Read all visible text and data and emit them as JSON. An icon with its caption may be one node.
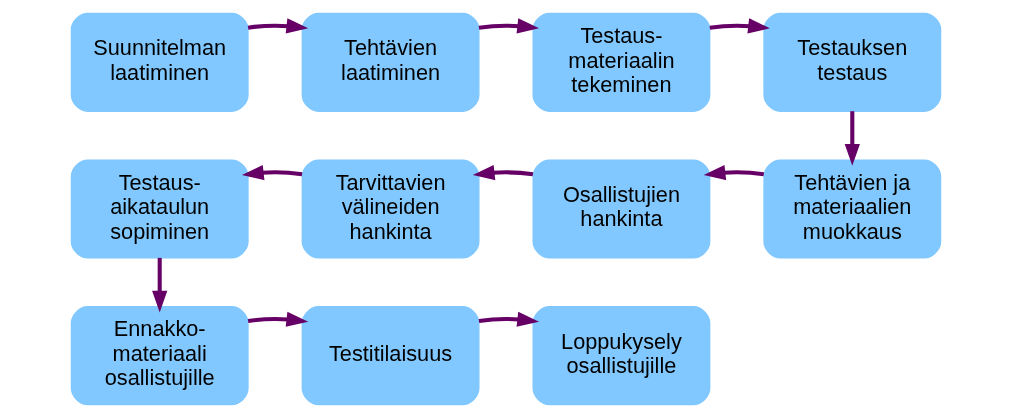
{
  "diagram": {
    "nodes": [
      {
        "text": [
          "Suunnitelman laatiminen"
        ]
      },
      {
        "text": [
          "Tehtävien laatiminen"
        ]
      },
      {
        "text": [
          "Testaus- materiaalin tekeminen"
        ]
      },
      {
        "text": [
          "Testauksen testaus"
        ]
      },
      {
        "text": [
          "Tehtävien ja materiaalien muokkaus"
        ]
      },
      {
        "text": [
          "Osallistujien hankinta"
        ]
      },
      {
        "text": [
          "Tarvittavien välineiden hankinta"
        ]
      },
      {
        "text": [
          "Testaus- aikataulun sopiminen"
        ]
      },
      {
        "text": [
          "Ennakko- materiaali osallistujille"
        ]
      },
      {
        "text": [
          "Testitilaisuus"
        ]
      },
      {
        "text": [
          "Loppukysely osallistujille"
        ]
      }
    ],
    "edges": [
      {
        "from": 0,
        "to": 1,
        "arrow": "to"
      },
      {
        "from": 1,
        "to": 2,
        "arrow": "to"
      },
      {
        "from": 2,
        "to": 3,
        "arrow": "to"
      },
      {
        "from": 3,
        "to": 4,
        "arrow": "to"
      },
      {
        "from": 4,
        "to": 5,
        "arrow": "to"
      },
      {
        "from": 5,
        "to": 6,
        "arrow": "to"
      },
      {
        "from": 6,
        "to": 7,
        "arrow": "to"
      },
      {
        "from": 7,
        "to": 8,
        "arrow": "to"
      },
      {
        "from": 8,
        "to": 9,
        "arrow": "to"
      },
      {
        "from": 9,
        "to": 10,
        "arrow": "to"
      }
    ]
  }
}
